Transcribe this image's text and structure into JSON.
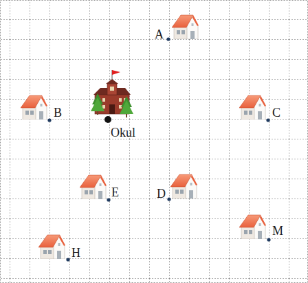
{
  "diagram": {
    "labels": [
      "A",
      "B",
      "Okul",
      "C",
      "E",
      "D",
      "M",
      "H"
    ]
  }
}
